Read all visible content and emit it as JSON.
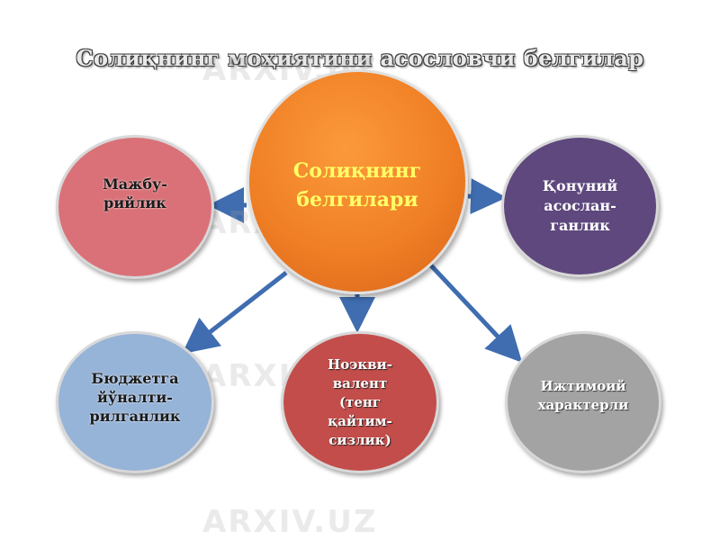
{
  "title": "Солиқнинг моҳиятини асословчи белгилар",
  "center": {
    "label": "Солиқнинг\nбелгилари",
    "color": "#f08a2c",
    "text_color": "#ffff66"
  },
  "nodes": [
    {
      "id": "mazhbur",
      "label": "Мажбу-\nрийлик",
      "color": "#da7178"
    },
    {
      "id": "qonun",
      "label": "Қонуний\nасослан-\nганлик",
      "color": "#5e487d"
    },
    {
      "id": "budjet",
      "label": "Бюджетга\nйўналти-\nрилганлик",
      "color": "#96b3d8"
    },
    {
      "id": "noekvi",
      "label": "Ноэкви-\nвалент\n(тенг\nқайтим-\nсизлик)",
      "color": "#c24d4a"
    },
    {
      "id": "ijtimoiy",
      "label": "Ижтимоий\nхарактерли",
      "color": "#a3a3a3"
    }
  ],
  "arrow_color": "#3f6db0",
  "watermark": {
    "text": "ARXIV.UZ"
  }
}
